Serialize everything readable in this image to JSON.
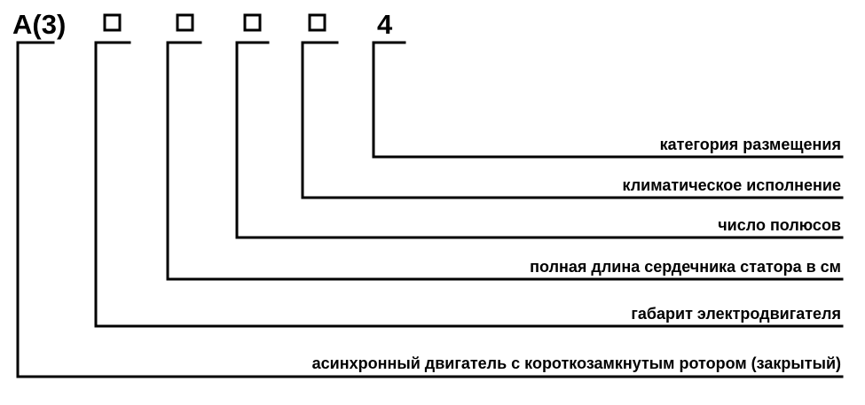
{
  "designation": {
    "prefix": "А(3)",
    "suffix": "4"
  },
  "labels": [
    "категория размещения",
    "климатическое исполнение",
    "число полюсов",
    "полная длина сердечника статора в см",
    "габарит электродвигателя",
    "асинхронный двигатель с короткозамкнутым ротором (закрытый)"
  ]
}
